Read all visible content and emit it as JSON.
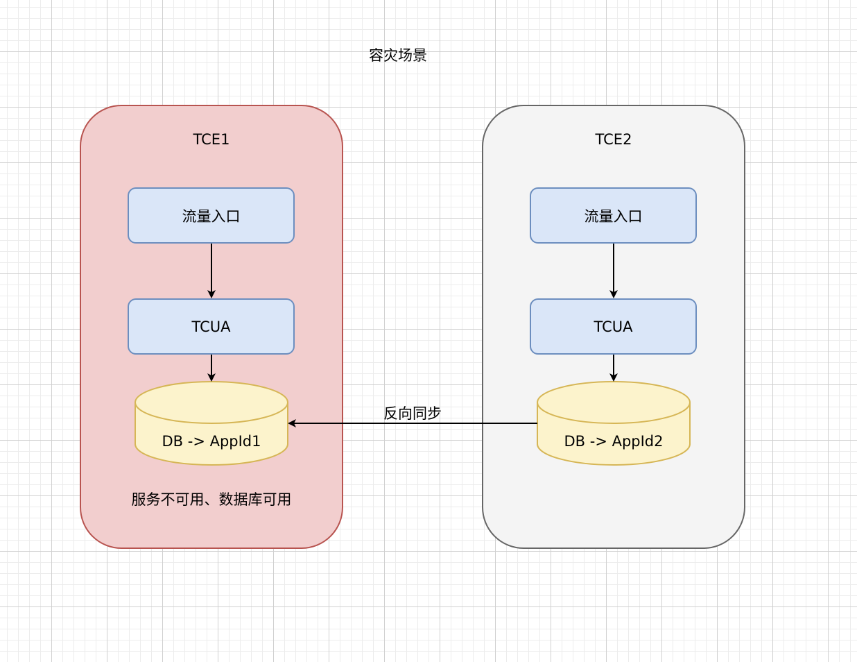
{
  "diagram": {
    "title": "容灾场景",
    "edge_label": "反向同步",
    "clusters": [
      {
        "name": "TCE1",
        "entry": "流量入口",
        "gateway": "TCUA",
        "db": "DB -> AppId1",
        "status": "服务不可用、数据库可用",
        "fill": "#f2cece",
        "stroke": "#b85450"
      },
      {
        "name": "TCE2",
        "entry": "流量入口",
        "gateway": "TCUA",
        "db": "DB -> AppId2",
        "fill": "#f4f4f4",
        "stroke": "#666666"
      }
    ],
    "colors": {
      "node_fill": "#dae6f8",
      "node_stroke": "#6c8ebf",
      "db_fill": "#fcf3cc",
      "db_stroke": "#d6b656"
    }
  }
}
